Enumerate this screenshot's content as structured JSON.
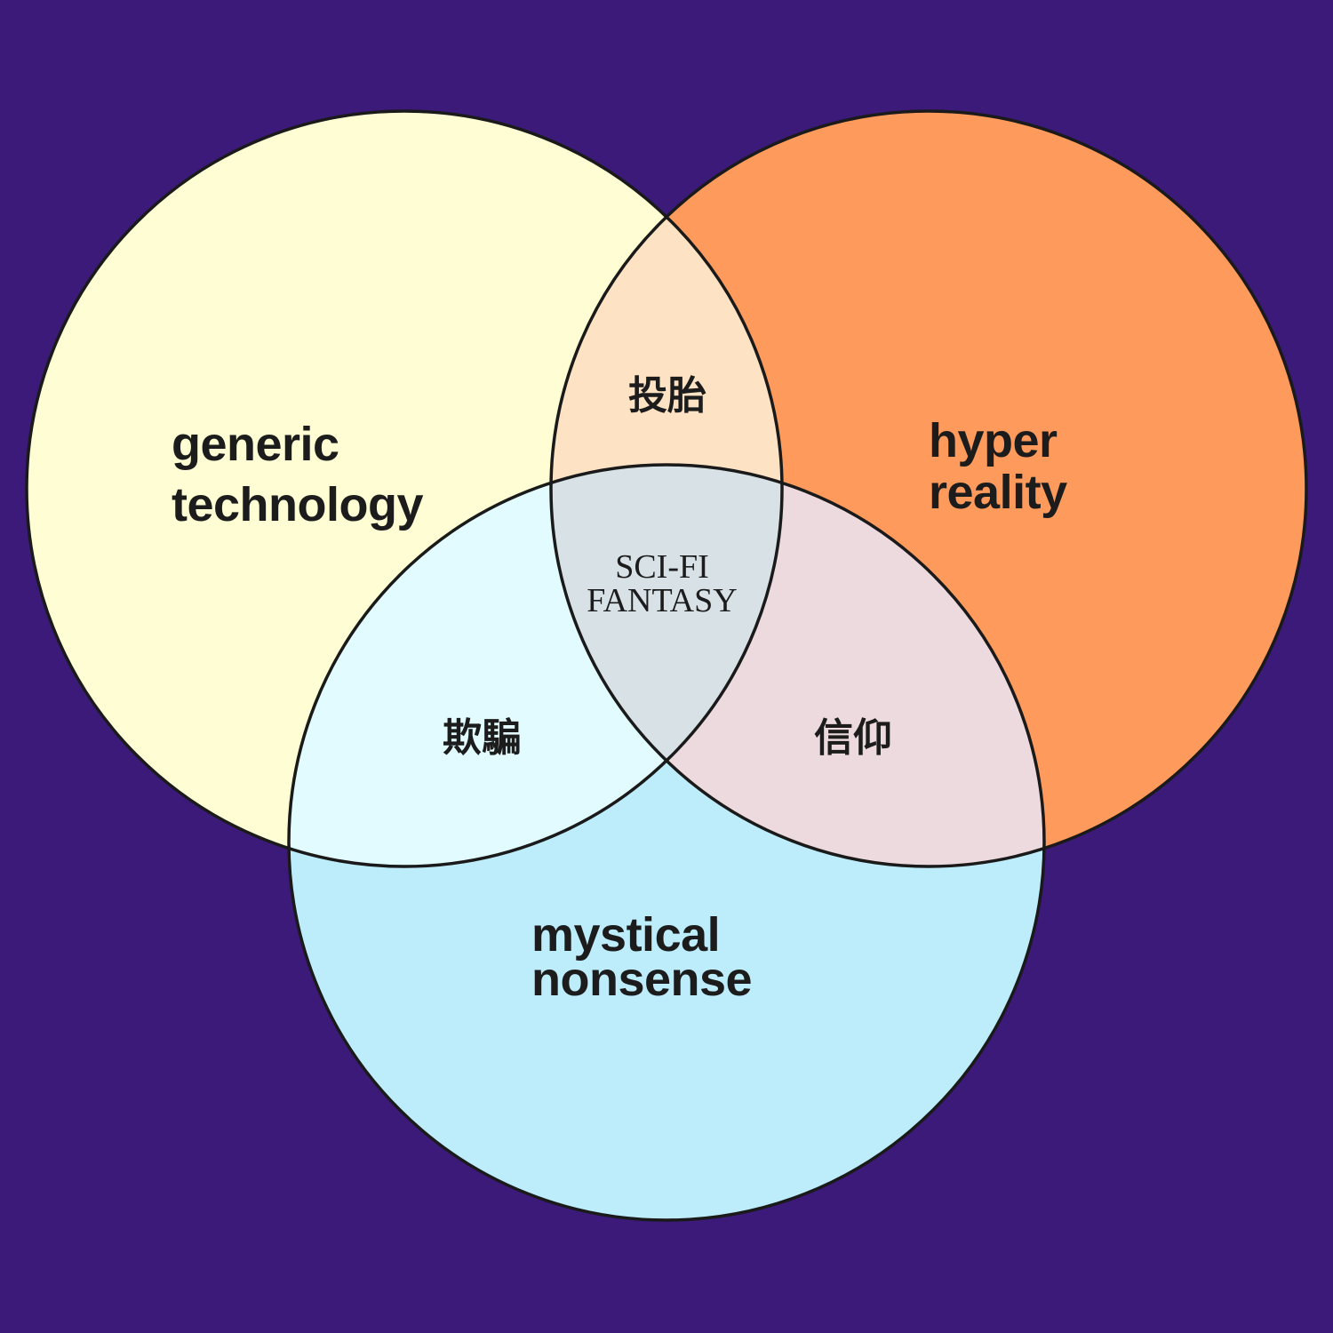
{
  "colors": {
    "background": "#3b1a7a",
    "outline": "#1a1a1a",
    "generic_technology": "#fefdd4",
    "hyper_reality": "#fe9a5c",
    "mystical_nonsense": "#bdecfb",
    "tech_reality": "#fde2c4",
    "tech_mystical": "#e2fbfe",
    "reality_mystical": "#ecdadf",
    "center": "#d8e2e6"
  },
  "sets": {
    "generic_technology": [
      "generic",
      "technology"
    ],
    "hyper_reality": [
      "hyper",
      "reality"
    ],
    "mystical_nonsense": [
      "mystical",
      "nonsense"
    ]
  },
  "overlaps": {
    "technology_reality": "投胎",
    "technology_mystical": "欺騙",
    "reality_mystical": "信仰"
  },
  "center": [
    "SCI-FI",
    "FANTASY"
  ]
}
